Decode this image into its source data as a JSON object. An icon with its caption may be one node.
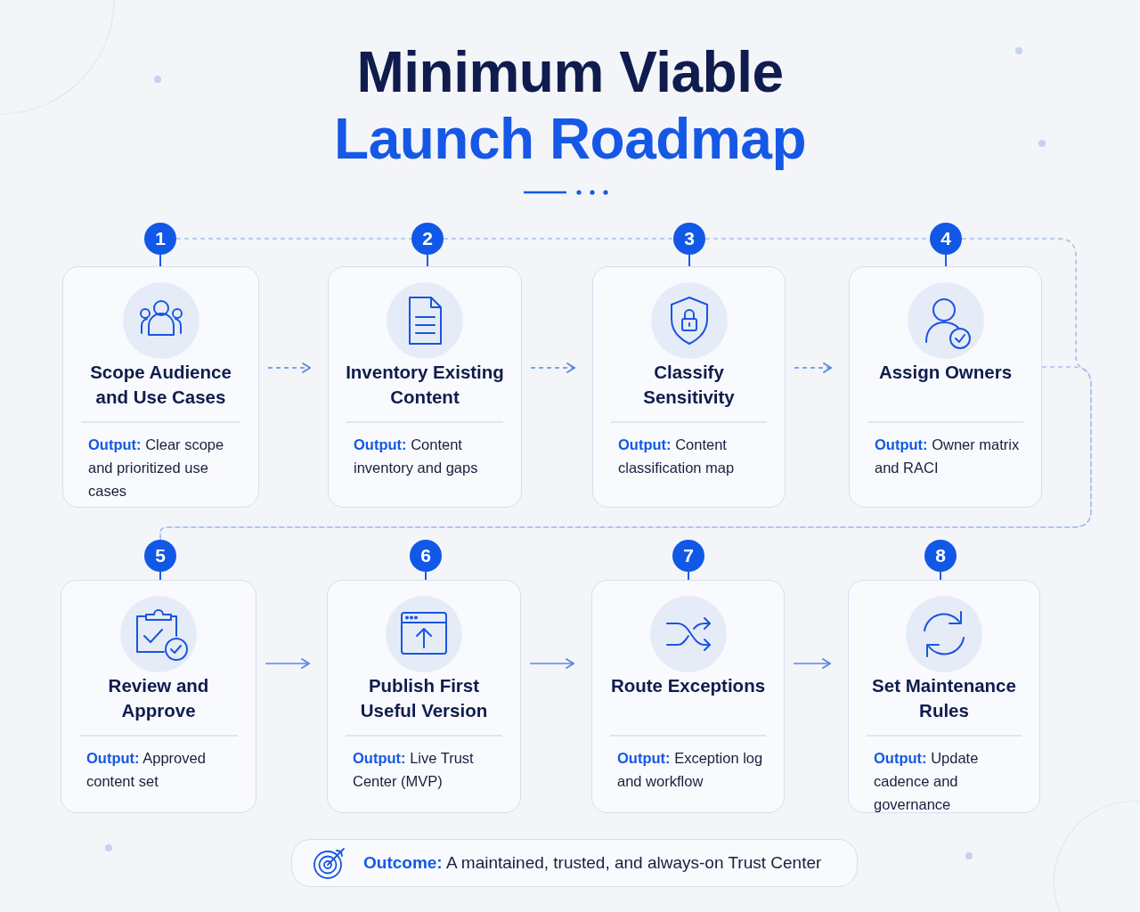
{
  "diagram": {
    "title": "Minimum Viable Launch Roadmap",
    "nodes": [
      {
        "text": [
          "1"
        ]
      },
      {
        "text": [
          "Scope Audience and Use Cases",
          "**Output:** Clear scope and prioritized use cases"
        ]
      },
      {
        "text": [
          "2"
        ]
      },
      {
        "text": [
          "Inventory Existing Content",
          "**Output:** Content inventory and gaps"
        ]
      },
      {
        "text": [
          "3"
        ]
      },
      {
        "text": [
          "Classify Sensitivity",
          "**Output:** Content classification map"
        ]
      },
      {
        "text": [
          "4"
        ]
      },
      {
        "text": [
          "Assign Owners",
          "**Output:** Owner matrix and RACI"
        ]
      },
      {
        "text": [
          "5"
        ]
      },
      {
        "text": [
          "Review and Approve",
          "**Output:** Approved content set"
        ]
      },
      {
        "text": [
          "6"
        ]
      },
      {
        "text": [
          "Publish First Useful Version",
          "**Output:** Live Trust Center (MVP)"
        ]
      },
      {
        "text": [
          "7"
        ]
      },
      {
        "text": [
          "Route Exceptions",
          "**Output:** Exception log and workflow"
        ]
      },
      {
        "text": [
          "8"
        ]
      },
      {
        "text": [
          "Set Maintenance Rules",
          "**Output:** Update cadence and governance"
        ]
      },
      {
        "text": [
          "**Outcome:** A maintained, trusted, and always-on Trust Center"
        ]
      }
    ],
    "edges": [
      {
        "from": 0,
        "to": 1,
        "arrow": "none",
        "color": "#1a5ae6"
      },
      {
        "from": 2,
        "to": 3,
        "arrow": "none",
        "color": "#1a5ae6"
      },
      {
        "from": 4,
        "to": 5,
        "arrow": "none",
        "color": "#1a5ae6"
      },
      {
        "from": 6,
        "to": 7,
        "arrow": "none",
        "color": "#1a5ae6"
      },
      {
        "from": 8,
        "to": 9,
        "arrow": "none",
        "color": "#1a5ae6"
      },
      {
        "from": 10,
        "to": 11,
        "arrow": "none",
        "color": "#1a5ae6"
      },
      {
        "from": 12,
        "to": 13,
        "arrow": "none",
        "color": "#1a5ae6"
      },
      {
        "from": 14,
        "to": 15,
        "arrow": "none",
        "color": "#1a5ae6"
      },
      {
        "from": 0,
        "to": 2,
        "arrow": "none",
        "style": "dashed",
        "color": "#a9bfe6"
      },
      {
        "from": 2,
        "to": 4,
        "arrow": "none",
        "style": "dashed",
        "color": "#a9bfe6"
      },
      {
        "from": 4,
        "to": 6,
        "arrow": "none",
        "style": "dashed",
        "color": "#a9bfe6"
      },
      {
        "from": 6,
        "to": 8,
        "arrow": "none",
        "style": "dashed",
        "color": "#a9bfe6"
      },
      {
        "from": 7,
        "to": 8,
        "arrow": "none",
        "style": "dashed",
        "color": "#a9bfe6"
      },
      {
        "from": 1,
        "to": 3,
        "arrow": "to",
        "style": "dashed"
      },
      {
        "from": 3,
        "to": 5,
        "arrow": "to",
        "style": "dashed"
      },
      {
        "from": 5,
        "to": 7,
        "arrow": "to",
        "style": "dashed"
      },
      {
        "from": 9,
        "to": 11,
        "arrow": "to"
      },
      {
        "from": 11,
        "to": 13,
        "arrow": "to"
      },
      {
        "from": 13,
        "to": 15,
        "arrow": "to"
      }
    ]
  }
}
